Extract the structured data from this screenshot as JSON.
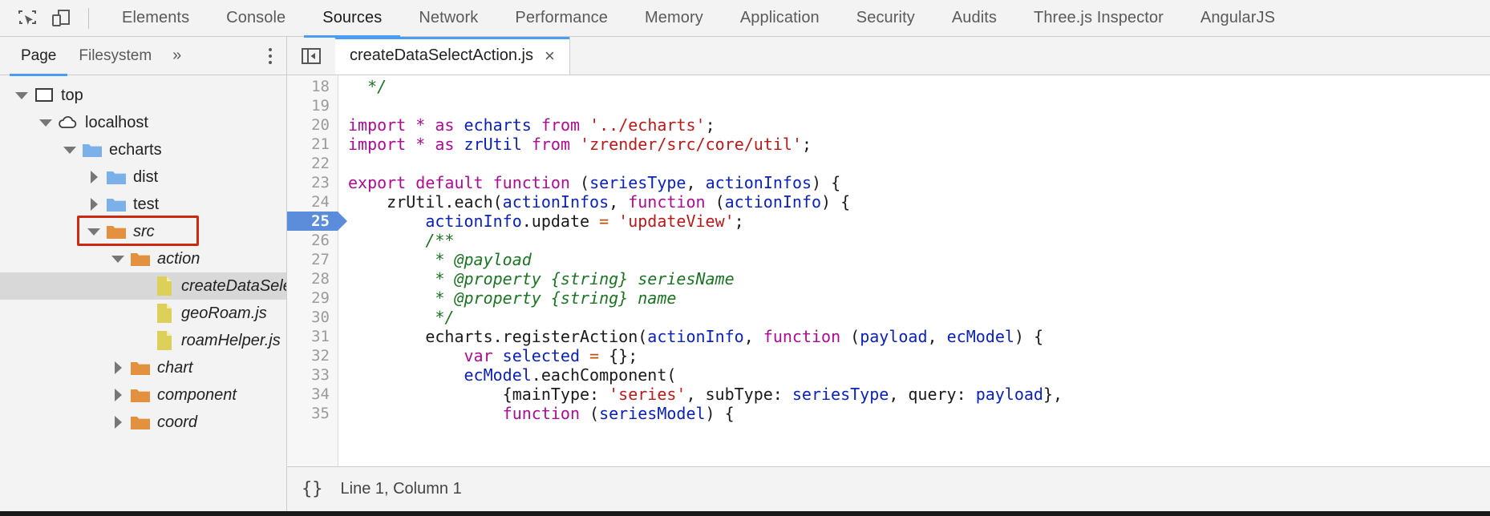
{
  "toolbar": {
    "inspect_icon": "inspect-element-icon",
    "device_icon": "device-toolbar-icon",
    "tabs": [
      {
        "label": "Elements",
        "active": false
      },
      {
        "label": "Console",
        "active": false
      },
      {
        "label": "Sources",
        "active": true
      },
      {
        "label": "Network",
        "active": false
      },
      {
        "label": "Performance",
        "active": false
      },
      {
        "label": "Memory",
        "active": false
      },
      {
        "label": "Application",
        "active": false
      },
      {
        "label": "Security",
        "active": false
      },
      {
        "label": "Audits",
        "active": false
      },
      {
        "label": "Three.js Inspector",
        "active": false
      },
      {
        "label": "AngularJS",
        "active": false
      }
    ]
  },
  "navigator": {
    "tabs": [
      {
        "label": "Page",
        "active": true
      },
      {
        "label": "Filesystem",
        "active": false
      }
    ],
    "more_label": "»",
    "menu_icon": "kebab-menu-icon",
    "tree": [
      {
        "label": "top",
        "depth": 0,
        "twisty": "down",
        "icon": "frame",
        "italic": false,
        "selected": false
      },
      {
        "label": "localhost",
        "depth": 1,
        "twisty": "down",
        "icon": "cloud",
        "italic": false,
        "selected": false
      },
      {
        "label": "echarts",
        "depth": 2,
        "twisty": "down",
        "icon": "folder-blue",
        "italic": false,
        "selected": false
      },
      {
        "label": "dist",
        "depth": 3,
        "twisty": "right",
        "icon": "folder-blue",
        "italic": false,
        "selected": false
      },
      {
        "label": "test",
        "depth": 3,
        "twisty": "right",
        "icon": "folder-blue",
        "italic": false,
        "selected": false
      },
      {
        "label": "src",
        "depth": 3,
        "twisty": "down",
        "icon": "folder-orange",
        "italic": true,
        "selected": false,
        "highlighted": true
      },
      {
        "label": "action",
        "depth": 4,
        "twisty": "down",
        "icon": "folder-orange",
        "italic": true,
        "selected": false
      },
      {
        "label": "createDataSelectAction.js",
        "depth": 5,
        "twisty": "none",
        "icon": "file-js",
        "italic": true,
        "selected": true
      },
      {
        "label": "geoRoam.js",
        "depth": 5,
        "twisty": "none",
        "icon": "file-js",
        "italic": true,
        "selected": false
      },
      {
        "label": "roamHelper.js",
        "depth": 5,
        "twisty": "none",
        "icon": "file-js",
        "italic": true,
        "selected": false
      },
      {
        "label": "chart",
        "depth": 4,
        "twisty": "right",
        "icon": "folder-orange",
        "italic": true,
        "selected": false
      },
      {
        "label": "component",
        "depth": 4,
        "twisty": "right",
        "icon": "folder-orange",
        "italic": true,
        "selected": false
      },
      {
        "label": "coord",
        "depth": 4,
        "twisty": "right",
        "icon": "folder-orange",
        "italic": true,
        "selected": false
      }
    ]
  },
  "editor": {
    "nav_toggle_icon": "show-navigator-icon",
    "file_tab": {
      "label": "createDataSelectAction.js",
      "close": "×"
    },
    "breakpoint_line": 25,
    "lines": [
      {
        "num": 18,
        "tokens": [
          {
            "t": "  ",
            "c": "pl"
          },
          {
            "t": "*/",
            "c": "com"
          }
        ]
      },
      {
        "num": 19,
        "tokens": []
      },
      {
        "num": 20,
        "tokens": [
          {
            "t": "import",
            "c": "kw"
          },
          {
            "t": " ",
            "c": "pl"
          },
          {
            "t": "*",
            "c": "kw"
          },
          {
            "t": " ",
            "c": "pl"
          },
          {
            "t": "as",
            "c": "kw"
          },
          {
            "t": " ",
            "c": "pl"
          },
          {
            "t": "echarts",
            "c": "id"
          },
          {
            "t": " ",
            "c": "pl"
          },
          {
            "t": "from",
            "c": "kw"
          },
          {
            "t": " ",
            "c": "pl"
          },
          {
            "t": "'../echarts'",
            "c": "str"
          },
          {
            "t": ";",
            "c": "pl"
          }
        ]
      },
      {
        "num": 21,
        "tokens": [
          {
            "t": "import",
            "c": "kw"
          },
          {
            "t": " ",
            "c": "pl"
          },
          {
            "t": "*",
            "c": "kw"
          },
          {
            "t": " ",
            "c": "pl"
          },
          {
            "t": "as",
            "c": "kw"
          },
          {
            "t": " ",
            "c": "pl"
          },
          {
            "t": "zrUtil",
            "c": "id"
          },
          {
            "t": " ",
            "c": "pl"
          },
          {
            "t": "from",
            "c": "kw"
          },
          {
            "t": " ",
            "c": "pl"
          },
          {
            "t": "'zrender/src/core/util'",
            "c": "str"
          },
          {
            "t": ";",
            "c": "pl"
          }
        ]
      },
      {
        "num": 22,
        "tokens": []
      },
      {
        "num": 23,
        "tokens": [
          {
            "t": "export",
            "c": "kw"
          },
          {
            "t": " ",
            "c": "pl"
          },
          {
            "t": "default",
            "c": "kw"
          },
          {
            "t": " ",
            "c": "pl"
          },
          {
            "t": "function",
            "c": "kw"
          },
          {
            "t": " (",
            "c": "pl"
          },
          {
            "t": "seriesType",
            "c": "id"
          },
          {
            "t": ", ",
            "c": "pl"
          },
          {
            "t": "actionInfos",
            "c": "id"
          },
          {
            "t": ") {",
            "c": "pl"
          }
        ]
      },
      {
        "num": 24,
        "tokens": [
          {
            "t": "    zrUtil.each(",
            "c": "pl"
          },
          {
            "t": "actionInfos",
            "c": "id"
          },
          {
            "t": ", ",
            "c": "pl"
          },
          {
            "t": "function",
            "c": "kw"
          },
          {
            "t": " (",
            "c": "pl"
          },
          {
            "t": "actionInfo",
            "c": "id"
          },
          {
            "t": ") {",
            "c": "pl"
          }
        ]
      },
      {
        "num": 25,
        "tokens": [
          {
            "t": "        ",
            "c": "pl"
          },
          {
            "t": "actionInfo",
            "c": "id"
          },
          {
            "t": ".update ",
            "c": "pl"
          },
          {
            "t": "=",
            "c": "op"
          },
          {
            "t": " ",
            "c": "pl"
          },
          {
            "t": "'updateView'",
            "c": "str"
          },
          {
            "t": ";",
            "c": "pl"
          }
        ]
      },
      {
        "num": 26,
        "tokens": [
          {
            "t": "        /**",
            "c": "com"
          }
        ]
      },
      {
        "num": 27,
        "tokens": [
          {
            "t": "         * @payload",
            "c": "com"
          }
        ]
      },
      {
        "num": 28,
        "tokens": [
          {
            "t": "         * @property {string} seriesName",
            "c": "com"
          }
        ]
      },
      {
        "num": 29,
        "tokens": [
          {
            "t": "         * @property {string} name",
            "c": "com"
          }
        ]
      },
      {
        "num": 30,
        "tokens": [
          {
            "t": "         */",
            "c": "com"
          }
        ]
      },
      {
        "num": 31,
        "tokens": [
          {
            "t": "        echarts.registerAction(",
            "c": "pl"
          },
          {
            "t": "actionInfo",
            "c": "id"
          },
          {
            "t": ", ",
            "c": "pl"
          },
          {
            "t": "function",
            "c": "kw"
          },
          {
            "t": " (",
            "c": "pl"
          },
          {
            "t": "payload",
            "c": "id"
          },
          {
            "t": ", ",
            "c": "pl"
          },
          {
            "t": "ecModel",
            "c": "id"
          },
          {
            "t": ") {",
            "c": "pl"
          }
        ]
      },
      {
        "num": 32,
        "tokens": [
          {
            "t": "            ",
            "c": "pl"
          },
          {
            "t": "var",
            "c": "kw"
          },
          {
            "t": " ",
            "c": "pl"
          },
          {
            "t": "selected",
            "c": "id"
          },
          {
            "t": " ",
            "c": "pl"
          },
          {
            "t": "=",
            "c": "op"
          },
          {
            "t": " {};",
            "c": "pl"
          }
        ]
      },
      {
        "num": 33,
        "tokens": [
          {
            "t": "            ",
            "c": "pl"
          },
          {
            "t": "ecModel",
            "c": "id"
          },
          {
            "t": ".eachComponent(",
            "c": "pl"
          }
        ]
      },
      {
        "num": 34,
        "tokens": [
          {
            "t": "                {mainType: ",
            "c": "pl"
          },
          {
            "t": "'series'",
            "c": "str"
          },
          {
            "t": ", subType: ",
            "c": "pl"
          },
          {
            "t": "seriesType",
            "c": "id"
          },
          {
            "t": ", query: ",
            "c": "pl"
          },
          {
            "t": "payload",
            "c": "id"
          },
          {
            "t": "},",
            "c": "pl"
          }
        ]
      },
      {
        "num": 35,
        "tokens": [
          {
            "t": "                ",
            "c": "pl"
          },
          {
            "t": "function",
            "c": "kw"
          },
          {
            "t": " (",
            "c": "pl"
          },
          {
            "t": "seriesModel",
            "c": "id"
          },
          {
            "t": ") {",
            "c": "pl"
          }
        ]
      }
    ]
  },
  "statusbar": {
    "pretty_print_icon": "{}",
    "cursor_position": "Line 1, Column 1"
  },
  "colors": {
    "accent": "#4a9df3",
    "highlight_box": "#cc2a10",
    "breakpoint": "#5b8ddb",
    "folder_blue": "#7cb0e8",
    "folder_orange": "#e3913f",
    "file_yellow": "#ddd05a"
  }
}
